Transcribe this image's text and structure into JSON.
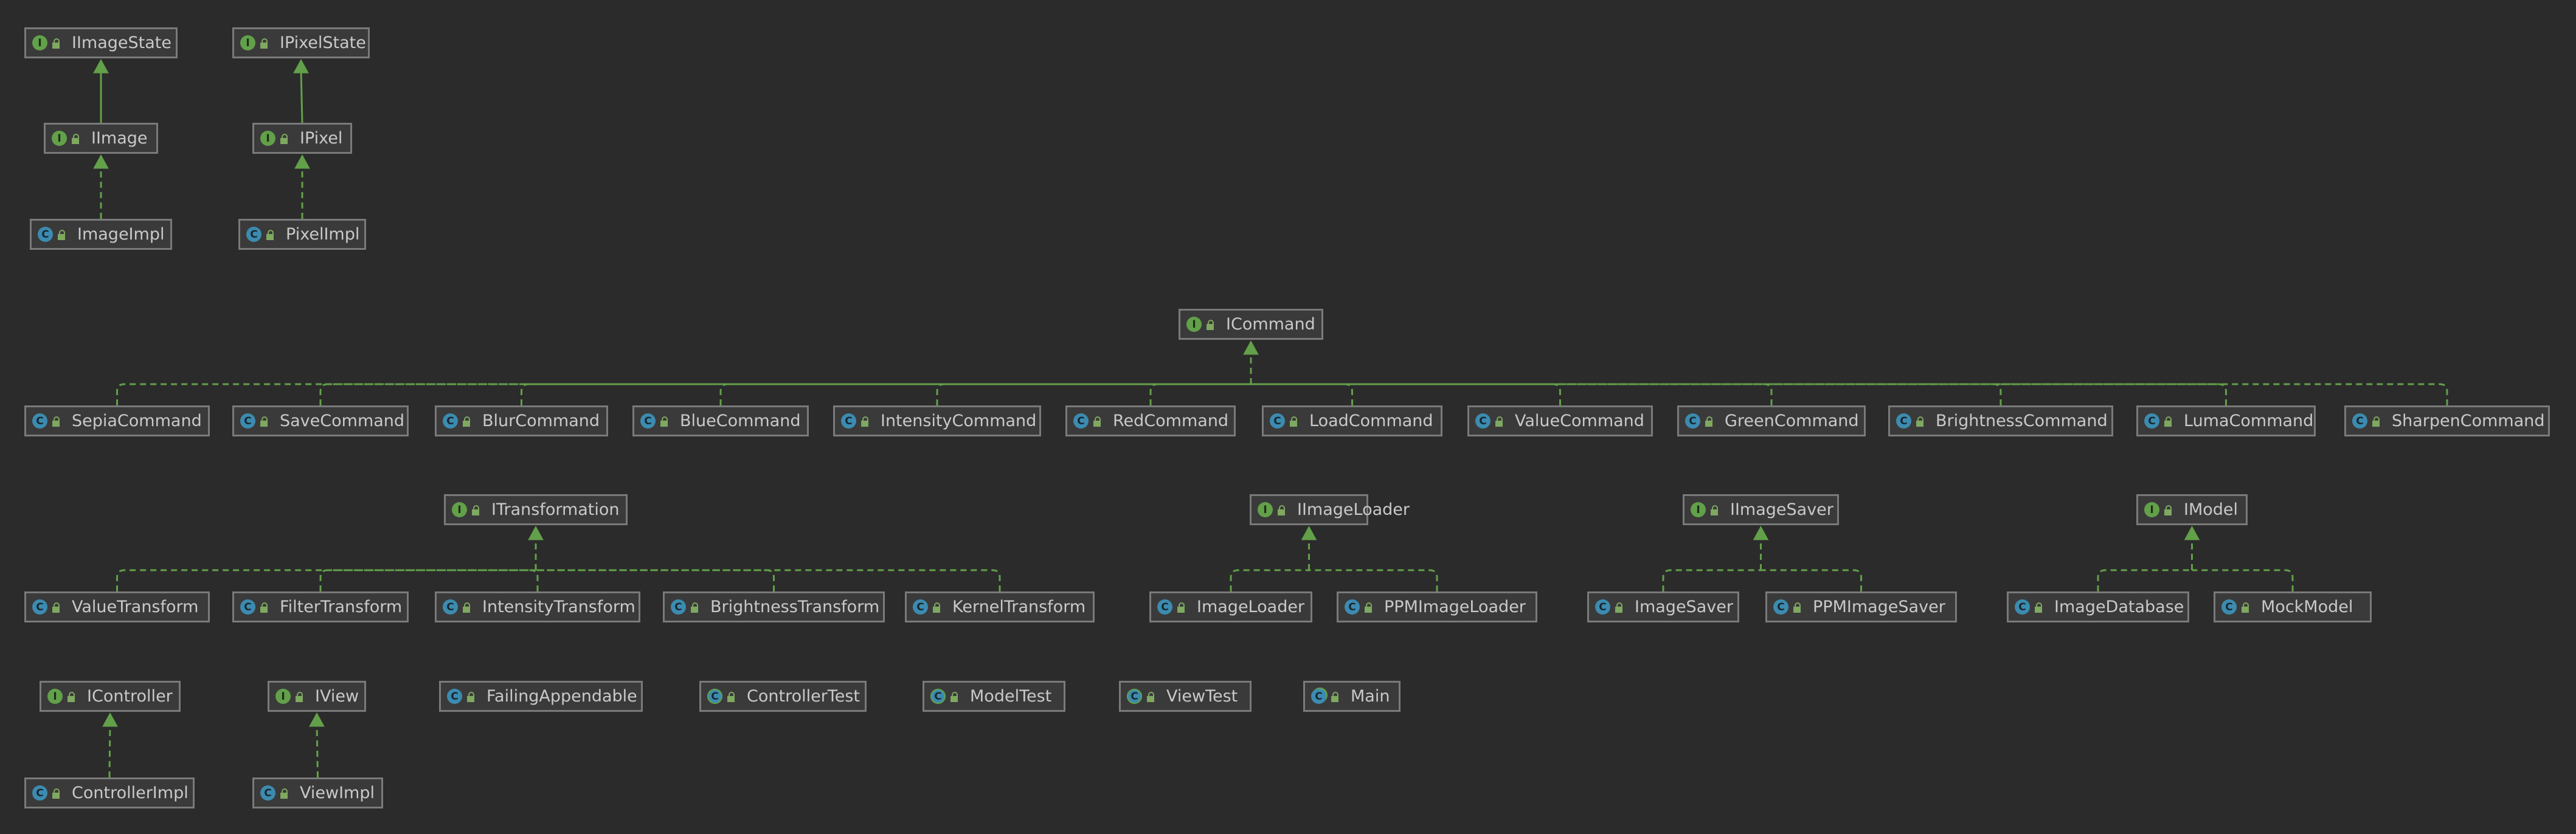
{
  "diagram": {
    "nodes": [
      {
        "id": "IImageState",
        "label": "IImageState",
        "kind": "interface"
      },
      {
        "id": "IPixelState",
        "label": "IPixelState",
        "kind": "interface"
      },
      {
        "id": "IImage",
        "label": "IImage",
        "kind": "interface"
      },
      {
        "id": "IPixel",
        "label": "IPixel",
        "kind": "interface"
      },
      {
        "id": "ImageImpl",
        "label": "ImageImpl",
        "kind": "class"
      },
      {
        "id": "PixelImpl",
        "label": "PixelImpl",
        "kind": "class"
      },
      {
        "id": "ICommand",
        "label": "ICommand",
        "kind": "interface"
      },
      {
        "id": "SepiaCommand",
        "label": "SepiaCommand",
        "kind": "class"
      },
      {
        "id": "SaveCommand",
        "label": "SaveCommand",
        "kind": "class"
      },
      {
        "id": "BlurCommand",
        "label": "BlurCommand",
        "kind": "class"
      },
      {
        "id": "BlueCommand",
        "label": "BlueCommand",
        "kind": "class"
      },
      {
        "id": "IntensityCommand",
        "label": "IntensityCommand",
        "kind": "class"
      },
      {
        "id": "RedCommand",
        "label": "RedCommand",
        "kind": "class"
      },
      {
        "id": "LoadCommand",
        "label": "LoadCommand",
        "kind": "class"
      },
      {
        "id": "ValueCommand",
        "label": "ValueCommand",
        "kind": "class"
      },
      {
        "id": "GreenCommand",
        "label": "GreenCommand",
        "kind": "class"
      },
      {
        "id": "BrightnessCommand",
        "label": "BrightnessCommand",
        "kind": "class"
      },
      {
        "id": "LumaCommand",
        "label": "LumaCommand",
        "kind": "class"
      },
      {
        "id": "SharpenCommand",
        "label": "SharpenCommand",
        "kind": "class"
      },
      {
        "id": "ITransformation",
        "label": "ITransformation",
        "kind": "interface"
      },
      {
        "id": "IImageLoader",
        "label": "IImageLoader",
        "kind": "interface"
      },
      {
        "id": "IImageSaver",
        "label": "IImageSaver",
        "kind": "interface"
      },
      {
        "id": "IModel",
        "label": "IModel",
        "kind": "interface"
      },
      {
        "id": "ValueTransform",
        "label": "ValueTransform",
        "kind": "class"
      },
      {
        "id": "FilterTransform",
        "label": "FilterTransform",
        "kind": "class"
      },
      {
        "id": "IntensityTransform",
        "label": "IntensityTransform",
        "kind": "class"
      },
      {
        "id": "BrightnessTransform",
        "label": "BrightnessTransform",
        "kind": "class"
      },
      {
        "id": "KernelTransform",
        "label": "KernelTransform",
        "kind": "class"
      },
      {
        "id": "ImageLoader",
        "label": "ImageLoader",
        "kind": "class"
      },
      {
        "id": "PPMImageLoader",
        "label": "PPMImageLoader",
        "kind": "class"
      },
      {
        "id": "ImageSaver",
        "label": "ImageSaver",
        "kind": "class"
      },
      {
        "id": "PPMImageSaver",
        "label": "PPMImageSaver",
        "kind": "class"
      },
      {
        "id": "ImageDatabase",
        "label": "ImageDatabase",
        "kind": "class"
      },
      {
        "id": "MockModel",
        "label": "MockModel",
        "kind": "class"
      },
      {
        "id": "IController",
        "label": "IController",
        "kind": "interface"
      },
      {
        "id": "IView",
        "label": "IView",
        "kind": "interface"
      },
      {
        "id": "FailingAppendable",
        "label": "FailingAppendable",
        "kind": "class"
      },
      {
        "id": "ControllerTest",
        "label": "ControllerTest",
        "kind": "test"
      },
      {
        "id": "ModelTest",
        "label": "ModelTest",
        "kind": "test"
      },
      {
        "id": "ViewTest",
        "label": "ViewTest",
        "kind": "test"
      },
      {
        "id": "Main",
        "label": "Main",
        "kind": "main"
      },
      {
        "id": "ControllerImpl",
        "label": "ControllerImpl",
        "kind": "class"
      },
      {
        "id": "ViewImpl",
        "label": "ViewImpl",
        "kind": "class"
      }
    ],
    "edges": [
      {
        "from": "IImage",
        "to": "IImageState",
        "type": "extends"
      },
      {
        "from": "IPixel",
        "to": "IPixelState",
        "type": "extends"
      },
      {
        "from": "ImageImpl",
        "to": "IImage",
        "type": "implements"
      },
      {
        "from": "PixelImpl",
        "to": "IPixel",
        "type": "implements"
      },
      {
        "from": "SepiaCommand",
        "to": "ICommand",
        "type": "implements"
      },
      {
        "from": "SaveCommand",
        "to": "ICommand",
        "type": "implements"
      },
      {
        "from": "BlurCommand",
        "to": "ICommand",
        "type": "implements"
      },
      {
        "from": "BlueCommand",
        "to": "ICommand",
        "type": "implements"
      },
      {
        "from": "IntensityCommand",
        "to": "ICommand",
        "type": "implements"
      },
      {
        "from": "RedCommand",
        "to": "ICommand",
        "type": "implements"
      },
      {
        "from": "LoadCommand",
        "to": "ICommand",
        "type": "implements"
      },
      {
        "from": "ValueCommand",
        "to": "ICommand",
        "type": "implements"
      },
      {
        "from": "GreenCommand",
        "to": "ICommand",
        "type": "implements"
      },
      {
        "from": "BrightnessCommand",
        "to": "ICommand",
        "type": "implements"
      },
      {
        "from": "LumaCommand",
        "to": "ICommand",
        "type": "implements"
      },
      {
        "from": "SharpenCommand",
        "to": "ICommand",
        "type": "implements"
      },
      {
        "from": "ValueTransform",
        "to": "ITransformation",
        "type": "implements"
      },
      {
        "from": "FilterTransform",
        "to": "ITransformation",
        "type": "implements"
      },
      {
        "from": "IntensityTransform",
        "to": "ITransformation",
        "type": "implements"
      },
      {
        "from": "BrightnessTransform",
        "to": "ITransformation",
        "type": "implements"
      },
      {
        "from": "KernelTransform",
        "to": "ITransformation",
        "type": "implements"
      },
      {
        "from": "ImageLoader",
        "to": "IImageLoader",
        "type": "implements"
      },
      {
        "from": "PPMImageLoader",
        "to": "IImageLoader",
        "type": "implements"
      },
      {
        "from": "ImageSaver",
        "to": "IImageSaver",
        "type": "implements"
      },
      {
        "from": "PPMImageSaver",
        "to": "IImageSaver",
        "type": "implements"
      },
      {
        "from": "ImageDatabase",
        "to": "IModel",
        "type": "implements"
      },
      {
        "from": "MockModel",
        "to": "IModel",
        "type": "implements"
      },
      {
        "from": "ControllerImpl",
        "to": "IController",
        "type": "implements"
      },
      {
        "from": "ViewImpl",
        "to": "IView",
        "type": "implements"
      }
    ],
    "colors": {
      "background": "#2b2b2b",
      "edge": "#62a04a",
      "interface_badge": "#62a04a",
      "class_badge": "#3c8bb0",
      "node_border": "#7a7a7a",
      "node_text": "#c9c9c9"
    }
  }
}
